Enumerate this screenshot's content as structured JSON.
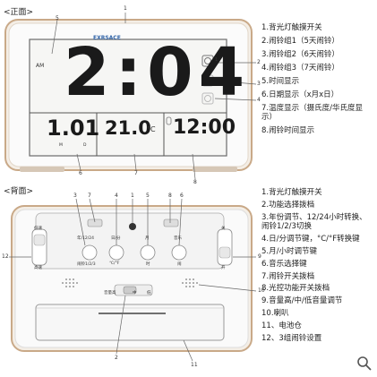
{
  "front": {
    "title": "<正面>",
    "brand": "EXRSACE",
    "time": "2:04",
    "am": "AM",
    "date": "1.01",
    "date_m": "M",
    "date_d": "D",
    "temp": "21.0",
    "temp_unit": "°C",
    "alarm_time": "12:00",
    "alarm_icon_num": "1",
    "callouts": [
      "1",
      "2",
      "3",
      "4",
      "5",
      "6",
      "7",
      "8"
    ],
    "legend": [
      "1.背光灯触摸开关",
      "2.闹铃组1（5天闹铃）",
      "3.闹铃组2（6天闹铃）",
      "4.闹铃组3（7天闹铃）",
      "5.时间显示",
      "6.日期显示（x月x日）",
      "7.温度显示（摄氏度/华氏度显示）",
      "8.闹铃时间显示"
    ]
  },
  "back": {
    "title": "<背面>",
    "knob_labels": [
      "年/12/24",
      "日/分",
      "月",
      "音乐"
    ],
    "knob_sub": [
      "闹铃1/2/3",
      "℃/°F",
      "时",
      "闹"
    ],
    "key_labels": [
      "音量高",
      "中",
      "低"
    ],
    "left_switch": [
      "低速",
      "高速"
    ],
    "right_switch": [
      "关",
      "开"
    ],
    "callouts": [
      "1",
      "2",
      "3",
      "4",
      "5",
      "6",
      "7",
      "8",
      "9",
      "10",
      "11",
      "12"
    ],
    "legend": [
      "1.背光灯触摸开关",
      "2.功能选择拨档",
      "3.年份调节、12/24小时转换、闹铃1/2/3切换",
      "4.日/分调节键，°C/°F转换键",
      "5.月/小时调节键",
      "6.音乐选择键",
      "7.闹铃开关拨档",
      "8.光控功能开关拨档",
      "9.音量高/中/低音量调节",
      "10.喇叭",
      "11、电池仓",
      "12、3组闹铃设置"
    ]
  },
  "search_icon": "magnifier-icon"
}
